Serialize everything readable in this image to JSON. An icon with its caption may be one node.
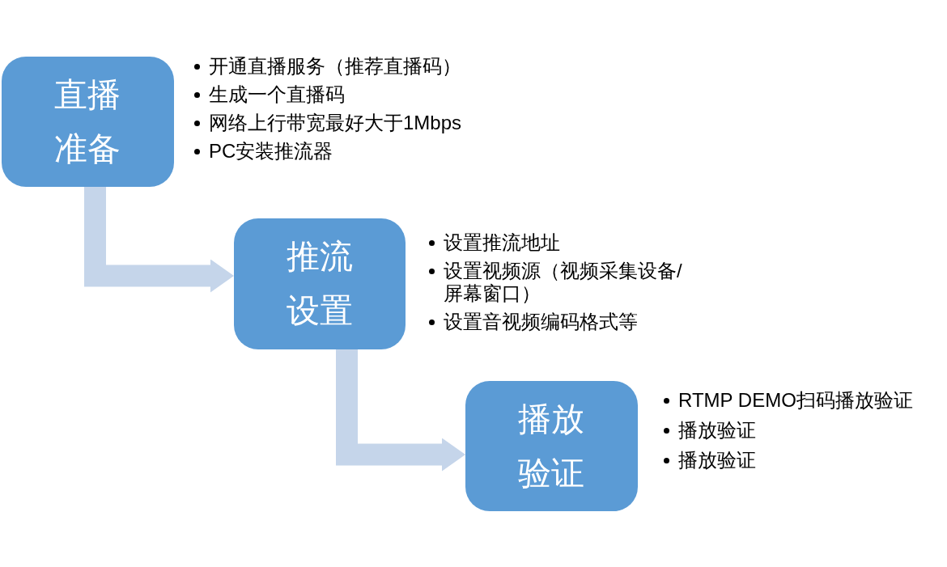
{
  "diagram": {
    "nodes": [
      {
        "text": [
          "直播准备"
        ],
        "beside": [
          "开通直播服务（推荐直播码）",
          "生成一个直播码",
          "网络上行带宽最好大于1Mbps",
          "PC安装推流器"
        ]
      },
      {
        "text": [
          "推流设置"
        ],
        "beside": [
          "设置推流地址",
          "设置视频源（视频采集设备/屏幕窗口）",
          "设置音视频编码格式等"
        ]
      },
      {
        "text": [
          "播放验证"
        ],
        "beside": [
          "RTMP DEMO扫码播放验证",
          "播放验证",
          "播放验证"
        ]
      }
    ],
    "edges": [
      {
        "from": 0,
        "to": 1,
        "arrow": "to"
      },
      {
        "from": 1,
        "to": 2,
        "arrow": "to"
      }
    ]
  }
}
